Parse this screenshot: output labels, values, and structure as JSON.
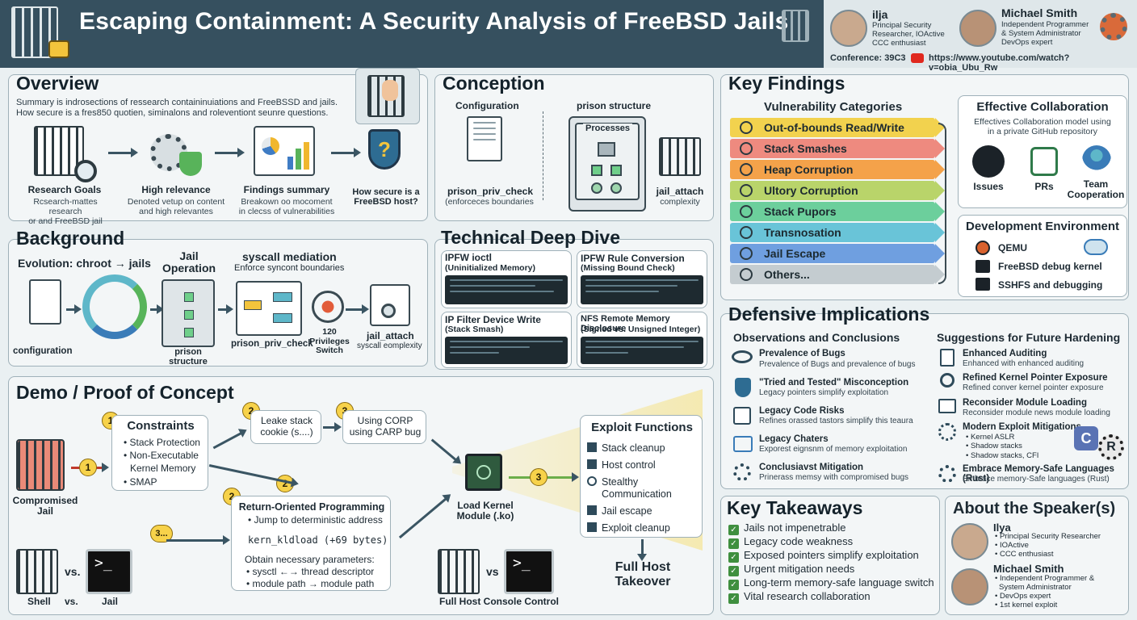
{
  "header": {
    "title": "Escaping Containment: A Security Analysis of FreeBSD Jails",
    "speaker1": {
      "name": "ilja",
      "desc": [
        "Principal Security",
        "Researcher, IOActive",
        "CCC enthusiast"
      ]
    },
    "speaker2": {
      "name": "Michael Smith",
      "desc": [
        "Independent Programmer",
        "& System Administrator",
        "DevOps expert"
      ]
    },
    "conference": "Conference: 39C3",
    "url": "https://www.youtube.com/watch?v=obia_Ubu_Rw"
  },
  "overview": {
    "title": "Overview",
    "summary": [
      "Summary is indrosections of ressearch containinuiations and FreeBSSD and jails.",
      "How secure is a fres850 quotien, siminalons and roleventiont seunre questions."
    ],
    "items": [
      {
        "label": "Research Goals",
        "sub": [
          "Rcsearch-mattes research",
          "or and FreeBSD jail"
        ]
      },
      {
        "label": "High relevance",
        "sub": [
          "Denoted vetup on content",
          "and high relevantes"
        ]
      },
      {
        "label": "Findings summary",
        "sub": [
          "Breakown oo mocoment",
          "in clecss of vulnerabilities"
        ]
      },
      {
        "label": "",
        "sub": [
          "How secure is a",
          "FreeBSD host?"
        ]
      }
    ]
  },
  "conception": {
    "title": "Conception",
    "configuration": "Configuration",
    "prison_structure": "prison structure",
    "processes": "Processes",
    "check_label": "prison_priv_check",
    "check_sub": "(enforceces boundaries",
    "attach_label": "jail_attach",
    "attach_sub": "complexity"
  },
  "background": {
    "title": "Background",
    "evolution": "Evolution: chroot → jails",
    "jail_op": [
      "Jail",
      "Operation"
    ],
    "syscall": "syscall mediation",
    "syscall_sub": "Enforce syncont boundaries",
    "configuration": "configuration",
    "prison": [
      "prison",
      "structure"
    ],
    "priv_check": "prison_priv_check",
    "privileges": [
      "120",
      "Privileges",
      "Switch"
    ],
    "attach": "jail_attach",
    "attach_sub": "syscall eomplexity"
  },
  "deep_dive": {
    "title": "Technical Deep Dive",
    "cards": [
      {
        "title": "IPFW ioctl",
        "sub": "(Uninitialized Memory)"
      },
      {
        "title": "IPFW Rule Conversion",
        "sub": "(Missing Bound Check)"
      },
      {
        "title": "IP Filter Device Write",
        "sub": "(Stack Smash)"
      },
      {
        "title": "NFS Remote Memory Disclosure",
        "sub": "(Signed vs. Unsigned Integer)"
      }
    ]
  },
  "key_findings": {
    "title": "Key Findings",
    "vuln_title": "Vulnerability Categories",
    "categories": [
      {
        "label": "Out-of-bounds Read/Write",
        "color": "#f2d24e"
      },
      {
        "label": "Stack Smashes",
        "color": "#ee8a7f"
      },
      {
        "label": "Heap Corruption",
        "color": "#f4a24a"
      },
      {
        "label": "Ultory Corruption",
        "color": "#b9d46a"
      },
      {
        "label": "Stack Pupors",
        "color": "#6ccf9c"
      },
      {
        "label": "Transnosation",
        "color": "#69c4d8"
      },
      {
        "label": "Jail Escape",
        "color": "#6f9fe0"
      },
      {
        "label": "Others...",
        "color": "#c4ccd0"
      }
    ],
    "collab_title": "Effective Collaboration",
    "collab_sub": [
      "Effectives Collaboration model using",
      "in a private GitHub repository"
    ],
    "collab_items": [
      "Issues",
      "PRs",
      "Team",
      "Cooperation"
    ],
    "dev_title": "Development Environment",
    "dev_items": [
      "QEMU",
      "FreeBSD debug kernel",
      "SSHFS and debugging"
    ]
  },
  "defensive": {
    "title": "Defensive Implications",
    "obs_title": "Observations and Conclusions",
    "obs": [
      {
        "h": "Prevalence of Bugs",
        "s": "Prevalence of Bugs and prevalence of bugs"
      },
      {
        "h": "\"Tried and Tested\" Misconception",
        "s": "Legacy pointers simplify exploitation"
      },
      {
        "h": "Legacy Code Risks",
        "s": "Refines orassed tastors simplify this teaura"
      },
      {
        "h": "Legacy Chaters",
        "s": "Exporest eignsnm of memory exploitation"
      },
      {
        "h": "Conclusiavst Mitigation",
        "s": "Prinerass memsy with compromised bugs"
      }
    ],
    "sug_title": "Suggestions for Future Hardening",
    "sug": [
      {
        "h": "Enhanced Auditing",
        "s": "Enhanced with enhanced auditing"
      },
      {
        "h": "Refined Kernel Pointer Exposure",
        "s": "Refined conver kernel pointer exposure"
      },
      {
        "h": "Reconsider Module Loading",
        "s": "Reconsider module news module loading"
      },
      {
        "h": "Modern Exploit Mitigations",
        "s": ""
      },
      {
        "h": "Embrace Memory-Safe Languages (Rust)",
        "s": "Embrace memory-Safe languages (Rust)"
      }
    ],
    "mitigations": [
      "Kernel ASLR",
      "Shadow stacks",
      "Shadow stacks, CFI"
    ]
  },
  "demo": {
    "title": "Demo / Proof of Concept",
    "compromised": [
      "Compromised",
      "Jail"
    ],
    "constraints_title": "Constraints",
    "constraints": [
      "• Stack Protection",
      "• Non-Executable",
      "Kernel Memory",
      "• SMAP"
    ],
    "leak": [
      "Leake stack",
      "cookie (s....)"
    ],
    "carp": [
      "Using CORP",
      "using CARP bug"
    ],
    "rop_title": "Return-Oriented Programming",
    "rop_jump": "• Jump to deterministic address",
    "rop_kld": "kern_kldload  (+69 bytes)",
    "rop_obtain": "Obtain necessary parameters:",
    "rop_sysctl": "• sysctl ←→ thread descriptor",
    "rop_module": "• module path → module path",
    "load": [
      "Load Kernel",
      "Module (.ko)"
    ],
    "funcs_title": "Exploit Functions",
    "funcs": [
      "Stack cleanup",
      "Host control",
      "Stealthy",
      "Communication",
      "Jail escape",
      "Exploit cleanup"
    ],
    "full": [
      "Full Host",
      "Takeover"
    ],
    "shell": "Shell",
    "vs": "vs.",
    "vs2": "vs",
    "jail": "Jail",
    "console": "Full Host Console Control",
    "nums": [
      "1",
      "1",
      "2",
      "3",
      "2",
      "2",
      "3...",
      "3"
    ],
    "prompt": ">_"
  },
  "takeaways": {
    "title": "Key Takeaways",
    "items": [
      "Jails not impenetrable",
      "Legacy code weakness",
      "Exposed pointers simplify exploitation",
      "Urgent mitigation needs",
      "Long-term memory-safe language switch",
      "Vital research collaboration"
    ]
  },
  "about": {
    "title": "About the Speaker(s)",
    "s1_name": "Ilya",
    "s1": [
      "• Principal Security Researcher",
      "• IOActive",
      "• CCC enthusiast"
    ],
    "s2_name": "Michael Smith",
    "s2": [
      "• Independent Programmer &",
      "System Administrator",
      "• DevOps expert",
      "• 1st kernel exploit"
    ]
  }
}
